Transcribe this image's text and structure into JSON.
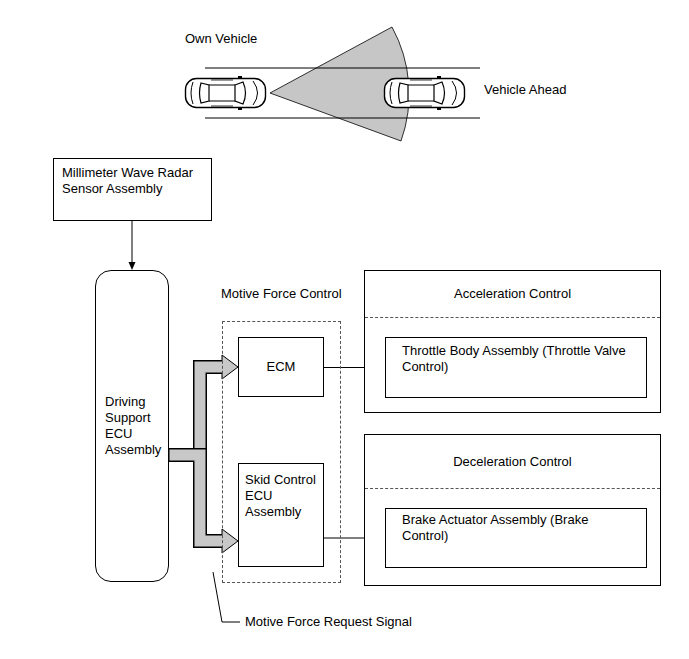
{
  "diagram": {
    "nodes": [
      {
        "text": [
          "Millimeter Wave Radar Sensor Assembly"
        ]
      },
      {
        "text": [
          "Driving Support ECU Assembly"
        ]
      },
      {
        "text": [
          "Motive Force Control"
        ]
      },
      {
        "text": [
          "ECM"
        ],
        "in": 2
      },
      {
        "text": [
          "Skid Control ECU Assembly"
        ],
        "in": 2
      },
      {
        "text": [
          "Acceleration Control"
        ]
      },
      {
        "text": [
          "Throttle Body Assembly (Throttle Valve Control)"
        ],
        "in": 5
      },
      {
        "text": [
          "Deceleration Control"
        ]
      },
      {
        "text": [
          "Brake Actuator Assembly (Brake Control)"
        ],
        "in": 7
      }
    ],
    "edges": [
      {
        "from": 0,
        "to": 1,
        "arrow": "to"
      },
      {
        "from": 1,
        "to": 3,
        "arrow": "to"
      },
      {
        "from": 1,
        "to": 4,
        "arrow": "to"
      },
      {
        "from": 3,
        "to": 6,
        "arrow": "to"
      },
      {
        "from": 4,
        "to": 8,
        "arrow": "to"
      }
    ],
    "labels": [
      "Own Vehicle",
      "Vehicle Ahead",
      "Motive Force Request Signal"
    ]
  }
}
